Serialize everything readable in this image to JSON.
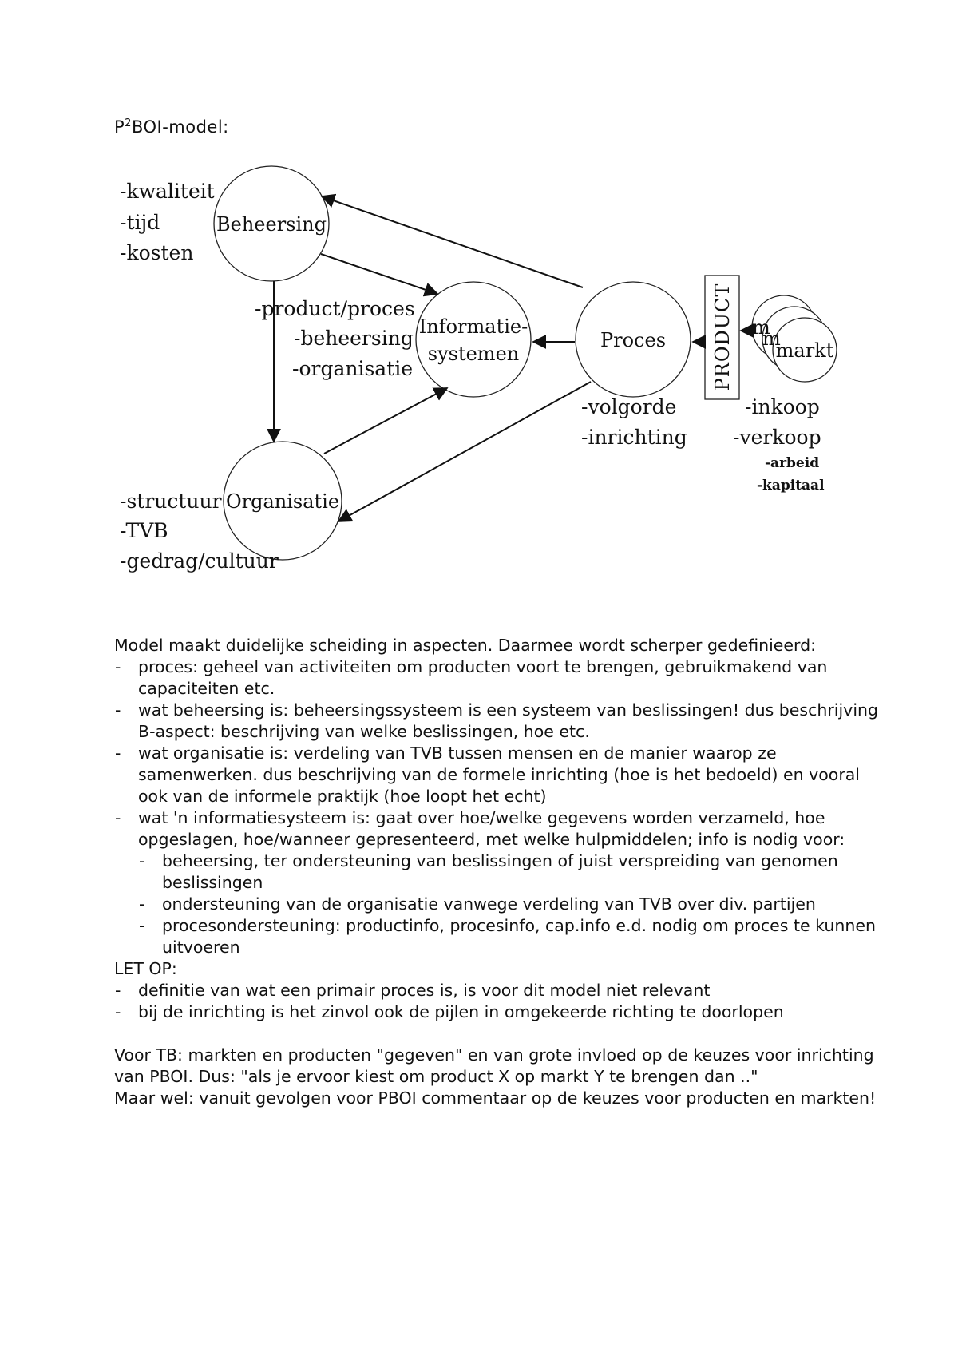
{
  "page": {
    "title_prefix": "P",
    "title_sup": "2",
    "title_rest": "BOI-model:"
  },
  "diagram": {
    "nodes": {
      "beheersing": "Beheersing",
      "informatie_line1": "Informatie-",
      "informatie_line2": "systemen",
      "proces": "Proces",
      "organisatie": "Organisatie",
      "markt": "markt",
      "markt_stack_1": "m",
      "markt_stack_2": "m",
      "product": "PRODUCT"
    },
    "labels": {
      "kwaliteit": "-kwaliteit",
      "tijd": "-tijd",
      "kosten": "-kosten",
      "product_proces": "-product/proces",
      "beheersing": "-beheersing",
      "organisatie": "-organisatie",
      "volgorde": "-volgorde",
      "inrichting": "-inrichting",
      "inkoop": "-inkoop",
      "verkoop": "-verkoop",
      "arbeid": "-arbeid",
      "kapitaal": "-kapitaal",
      "structuur": "-structuur",
      "tvb": "-TVB",
      "gedrag": "-gedrag/cultuur"
    }
  },
  "text": {
    "intro": "Model maakt duidelijke scheiding in aspecten. Daarmee wordt scherper gedefinieerd:",
    "items": [
      "proces: geheel van activiteiten om producten voort te brengen, gebruikmakend van capaciteiten etc.",
      "wat beheersing is: beheersingssysteem is een systeem van beslissingen! dus beschrijving B-aspect: beschrijving van welke beslissingen, hoe etc.",
      "wat organisatie is: verdeling van TVB tussen mensen en de manier waarop ze samenwerken. dus beschrijving van de formele inrichting (hoe is het bedoeld) en vooral ook van de informele praktijk (hoe loopt het echt)",
      "wat 'n informatiesysteem is: gaat over hoe/welke gegevens worden verzameld, hoe opgeslagen, hoe/wanneer gepresenteerd, met welke hulpmiddelen; info is nodig voor:"
    ],
    "subitems": [
      "beheersing, ter ondersteuning van beslissingen of juist verspreiding van genomen beslissingen",
      "ondersteuning van de organisatie vanwege verdeling van TVB over div. partijen",
      "procesondersteuning: productinfo, procesinfo, cap.info e.d. nodig om proces te kunnen uitvoeren"
    ],
    "letop_heading": "LET OP:",
    "letop_items": [
      "definitie van wat een primair proces is, is voor dit model niet relevant",
      "bij de inrichting is het zinvol ook de pijlen in omgekeerde richting te doorlopen"
    ],
    "tb_paragraph": "Voor TB: markten en producten \"gegeven\" en van grote invloed op de keuzes voor inrichting van PBOI. Dus: \"als je ervoor kiest om product X op markt Y te brengen dan ..\"",
    "maar_paragraph": "Maar wel: vanuit gevolgen voor PBOI commentaar op de keuzes voor producten en markten!"
  }
}
